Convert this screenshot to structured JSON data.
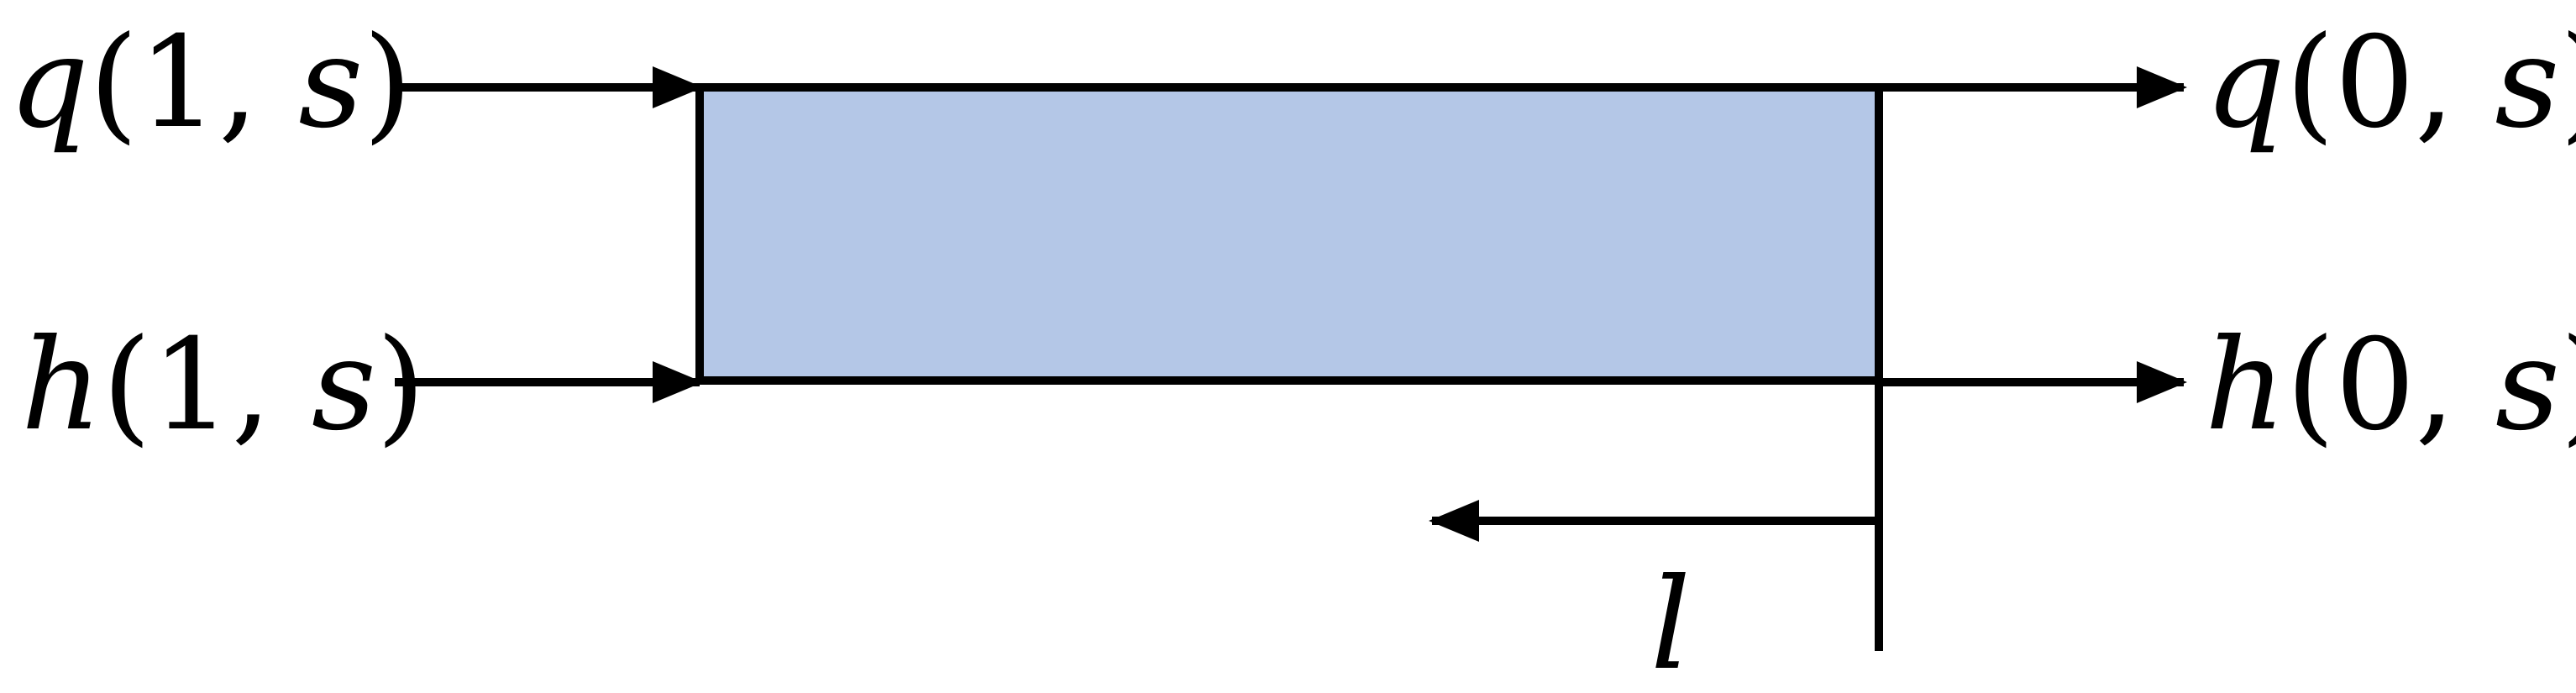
{
  "colors": {
    "block_fill": "#b4c7e7",
    "stroke": "#000000",
    "background": "#ffffff"
  },
  "labels": {
    "q_in": {
      "var": "q",
      "args": "(1, ",
      "arg_var": "s",
      "close": ")"
    },
    "h_in": {
      "var": "h",
      "args": "(1, ",
      "arg_var": "s",
      "close": ")"
    },
    "q_out": {
      "var": "q",
      "args": "(0, ",
      "arg_var": "s",
      "close": ")"
    },
    "h_out": {
      "var": "h",
      "args": "(0, ",
      "arg_var": "s",
      "close": ")"
    },
    "length_axis": "l"
  }
}
